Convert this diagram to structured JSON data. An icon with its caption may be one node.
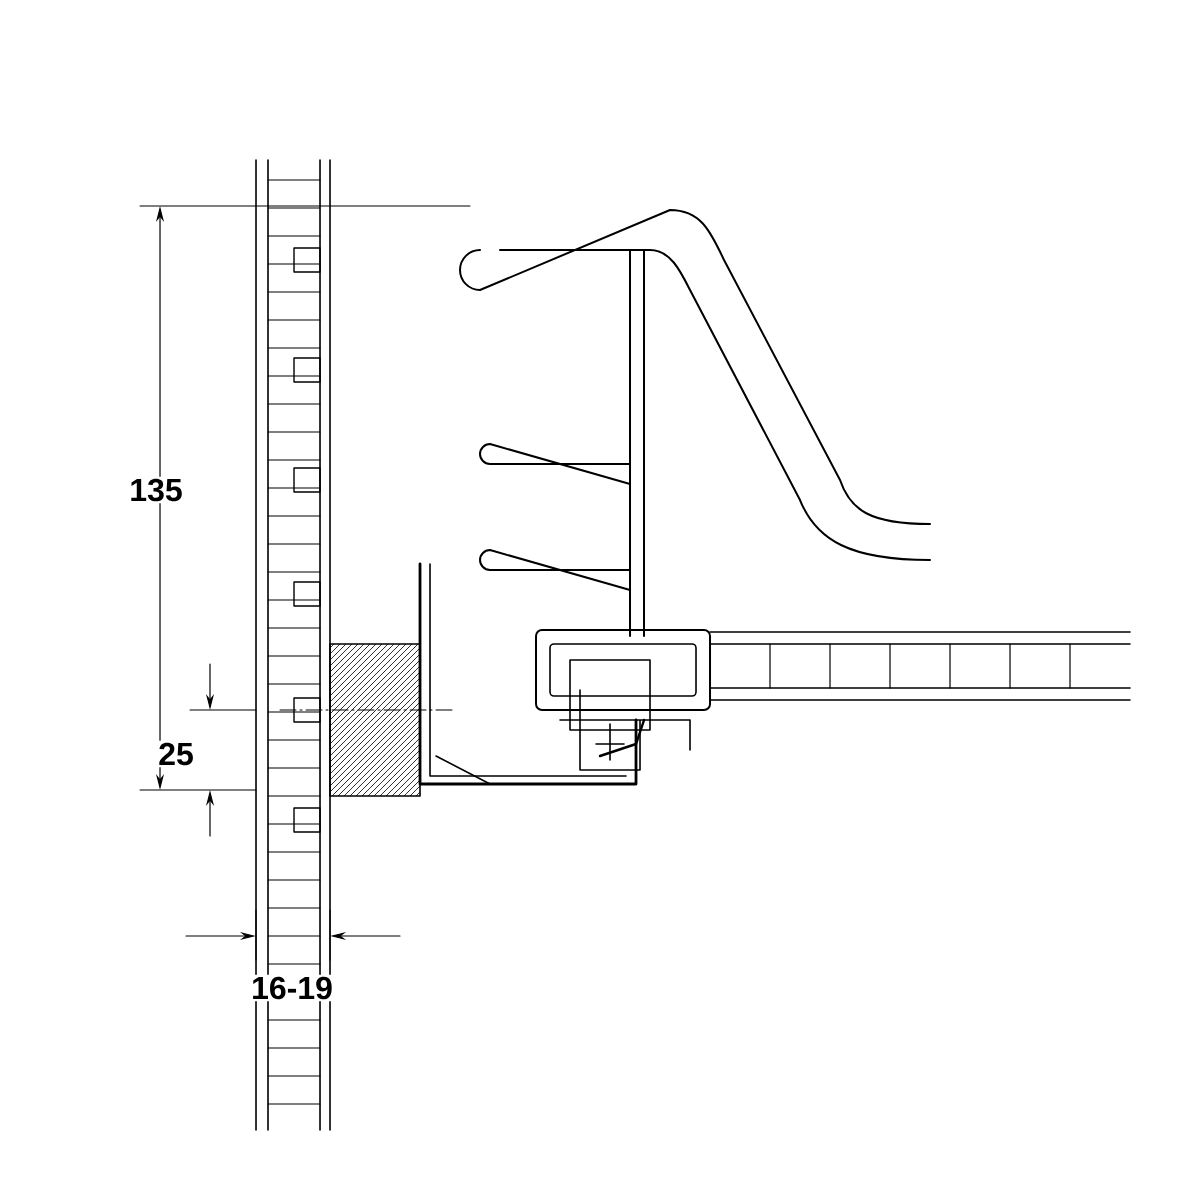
{
  "diagram": {
    "labels": [
      "135",
      "25",
      "16-19"
    ]
  }
}
